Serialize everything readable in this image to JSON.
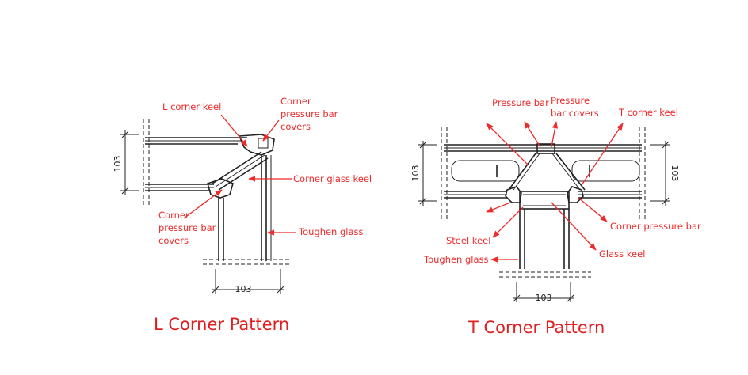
{
  "l_pattern": {
    "title": "L Corner Pattern",
    "dim_vertical": "103",
    "dim_horizontal": "103",
    "labels": {
      "l_corner_keel": "L corner keel",
      "corner_cover_top": [
        "Corner",
        "pressure bar",
        "covers"
      ],
      "corner_glass_keel": "Corner glass keel",
      "corner_cover_bottom": [
        "Corner",
        "pressure bar",
        "covers"
      ],
      "toughen_glass": "Toughen glass"
    }
  },
  "t_pattern": {
    "title": "T Corner Pattern",
    "dim_left": "103",
    "dim_right": "103",
    "dim_bottom": "103",
    "labels": {
      "pressure_bar": "Pressure bar",
      "pressure_bar_covers": [
        "Pressure",
        "bar covers"
      ],
      "t_corner_keel": "T corner keel",
      "corner_pressure_bar": "Corner pressure bar",
      "steel_keel": "Steel keel",
      "glass_keel": "Glass keel",
      "toughen_glass": "Toughen glass"
    }
  },
  "colors": {
    "annotation": "#ee2a2a",
    "linework": "#222222"
  }
}
